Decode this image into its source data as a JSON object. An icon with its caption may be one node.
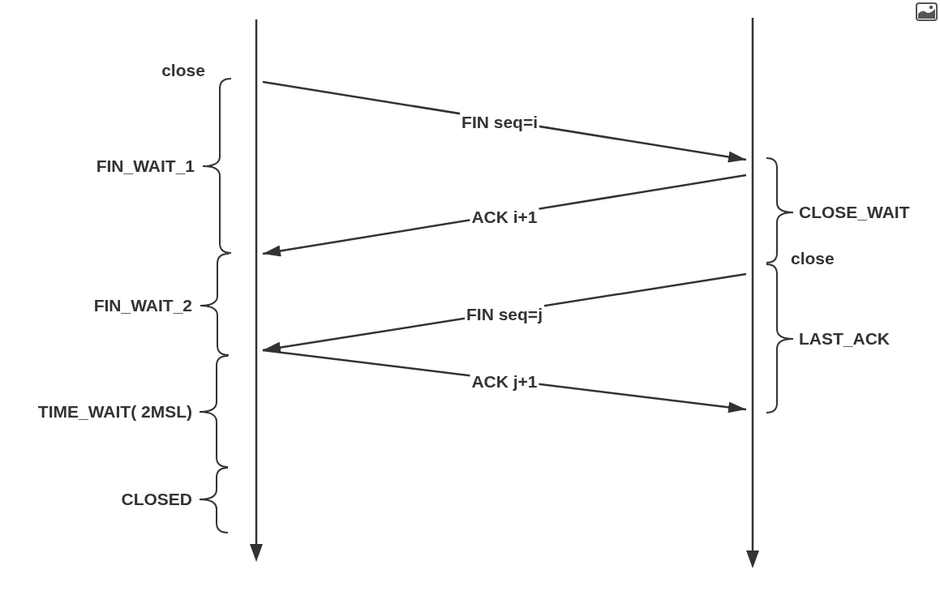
{
  "diagram": {
    "nodes": [
      {
        "text": [],
        "shape": "line"
      },
      {
        "text": [],
        "shape": "line"
      }
    ],
    "edges": [
      {
        "from": 0,
        "to": 1,
        "arrow": "to",
        "label": "FIN seq=i"
      },
      {
        "from": 1,
        "to": 0,
        "arrow": "to",
        "label": "ACK i+1"
      },
      {
        "from": 1,
        "to": 0,
        "arrow": "to",
        "label": "FIN seq=j"
      },
      {
        "from": 0,
        "to": 1,
        "arrow": "to",
        "label": "ACK j+1"
      }
    ],
    "labels": [
      "close",
      "FIN_WAIT_1",
      "CLOSE_WAIT",
      "close",
      "FIN_WAIT_2",
      "LAST_ACK",
      "TIME_WAIT( 2MSL)",
      "CLOSED"
    ]
  }
}
